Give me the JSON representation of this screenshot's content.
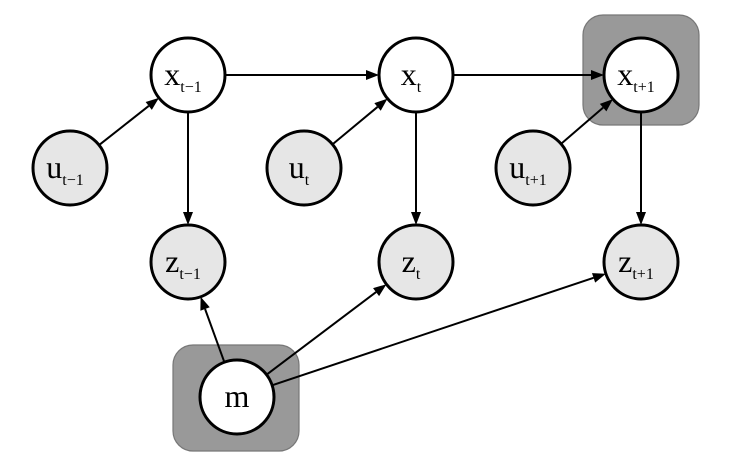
{
  "nodes": [
    {
      "id": "x-prev",
      "label": "x",
      "sub": "t−1",
      "observed": false,
      "highlighted": false
    },
    {
      "id": "x-curr",
      "label": "x",
      "sub": "t",
      "observed": false,
      "highlighted": false
    },
    {
      "id": "x-next",
      "label": "x",
      "sub": "t+1",
      "observed": false,
      "highlighted": true
    },
    {
      "id": "u-prev",
      "label": "u",
      "sub": "t−1",
      "observed": true,
      "highlighted": false
    },
    {
      "id": "u-curr",
      "label": "u",
      "sub": "t",
      "observed": true,
      "highlighted": false
    },
    {
      "id": "u-next",
      "label": "u",
      "sub": "t+1",
      "observed": true,
      "highlighted": false
    },
    {
      "id": "z-prev",
      "label": "z",
      "sub": "t−1",
      "observed": true,
      "highlighted": false
    },
    {
      "id": "z-curr",
      "label": "z",
      "sub": "t",
      "observed": true,
      "highlighted": false
    },
    {
      "id": "z-next",
      "label": "z",
      "sub": "t+1",
      "observed": true,
      "highlighted": false
    },
    {
      "id": "m",
      "label": "m",
      "sub": "",
      "observed": false,
      "highlighted": true
    }
  ],
  "edges": [
    {
      "from": "u-prev",
      "to": "x-prev"
    },
    {
      "from": "u-curr",
      "to": "x-curr"
    },
    {
      "from": "u-next",
      "to": "x-next"
    },
    {
      "from": "x-prev",
      "to": "x-curr"
    },
    {
      "from": "x-curr",
      "to": "x-next"
    },
    {
      "from": "x-prev",
      "to": "z-prev"
    },
    {
      "from": "x-curr",
      "to": "z-curr"
    },
    {
      "from": "x-next",
      "to": "z-next"
    },
    {
      "from": "m",
      "to": "z-prev"
    },
    {
      "from": "m",
      "to": "z-curr"
    },
    {
      "from": "m",
      "to": "z-next"
    }
  ],
  "colors": {
    "observed_fill": "#e6e6e6",
    "latent_fill": "#ffffff",
    "highlight_fill": "#999999",
    "stroke": "#000000"
  }
}
